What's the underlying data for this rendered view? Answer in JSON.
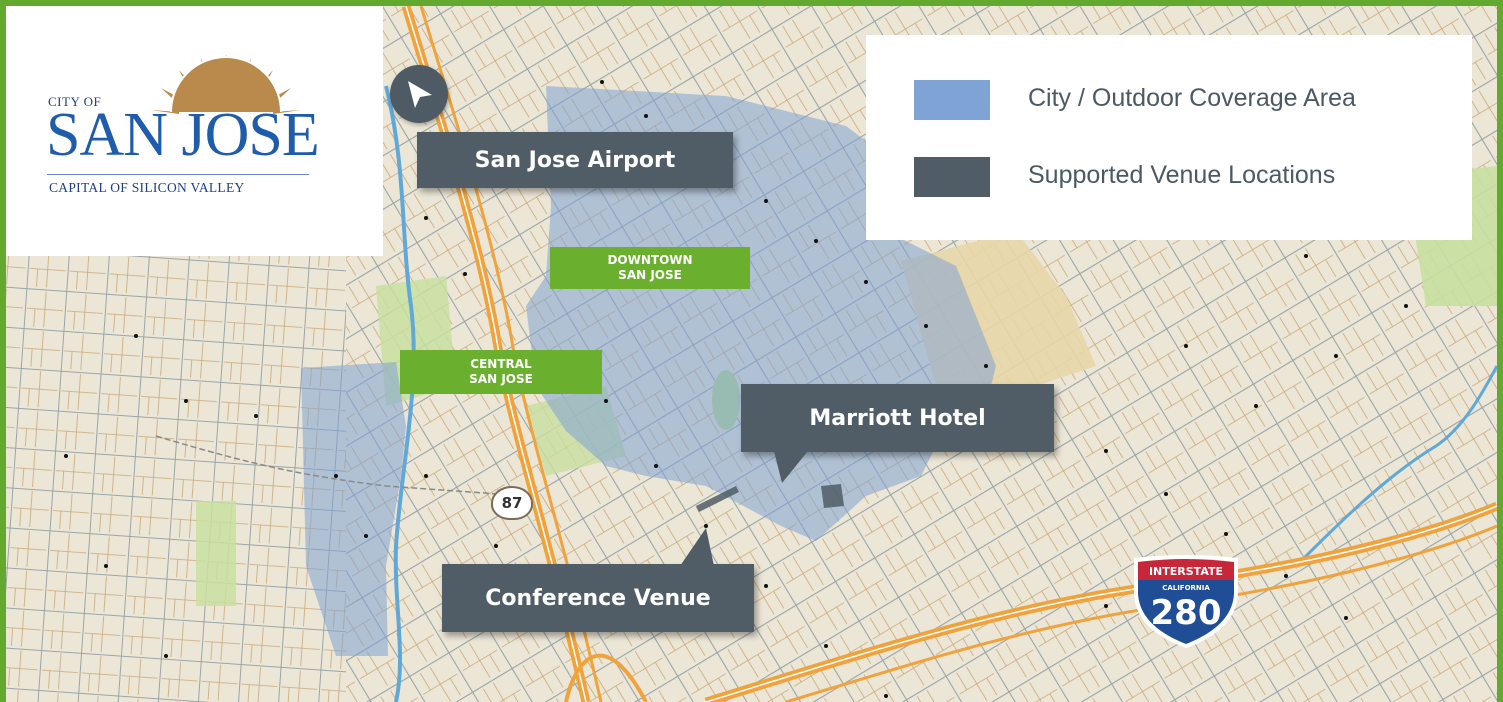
{
  "logo": {
    "city_of": "CITY OF",
    "name": "SAN JOSE",
    "tagline": "CAPITAL OF SILICON VALLEY",
    "sun_color": "#b98a4b",
    "text_color": "#1f5cab"
  },
  "legend": {
    "items": [
      {
        "label": "City / Outdoor Coverage Area",
        "color": "#7fa3d4"
      },
      {
        "label": "Supported Venue Locations",
        "color": "#505d66"
      }
    ]
  },
  "callouts": {
    "airport": "San Jose Airport",
    "marriott": "Marriott Hotel",
    "conference": "Conference Venue"
  },
  "districts": {
    "downtown_line1": "DOWNTOWN",
    "downtown_line2": "SAN JOSE",
    "central_line1": "CENTRAL",
    "central_line2": "SAN JOSE"
  },
  "shields": {
    "state_route": "87",
    "interstate_header": "INTERSTATE",
    "interstate_state": "CALIFORNIA",
    "interstate_number": "280"
  },
  "colors": {
    "frame": "#63a82f",
    "map_background": "#ece6d6",
    "coverage": "#7fa3d4",
    "callout": "#505d66",
    "district_label": "#6ab02e",
    "freeway": "#f0a33c"
  },
  "icons": {
    "navigation": "north-arrow-icon"
  }
}
